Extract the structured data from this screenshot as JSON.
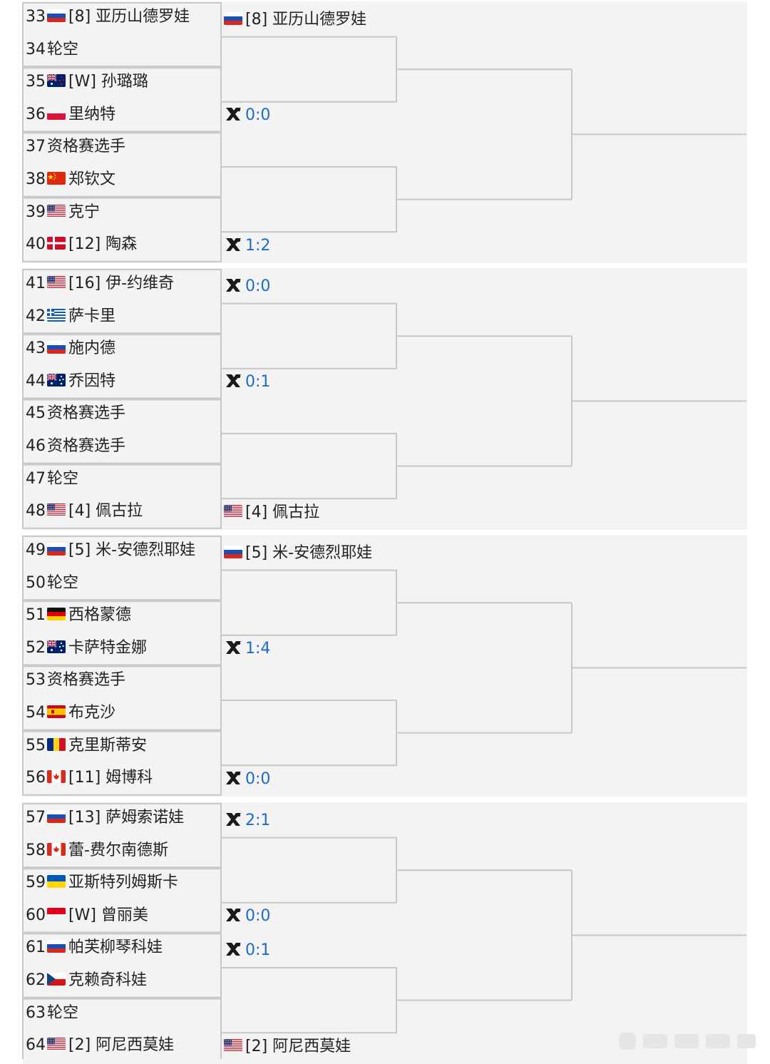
{
  "draw": {
    "sections": [
      {
        "r1": [
          {
            "num": "33",
            "flag": "ru",
            "text": "[8] 亚历山德罗娃"
          },
          {
            "num": "34",
            "flag": "",
            "text": "轮空"
          },
          {
            "num": "35",
            "flag": "nz",
            "text": "[W] 孙璐璐"
          },
          {
            "num": "36",
            "flag": "pl",
            "text": "里纳特"
          },
          {
            "num": "37",
            "flag": "",
            "text": "资格赛选手"
          },
          {
            "num": "38",
            "flag": "cn",
            "text": "郑钦文"
          },
          {
            "num": "39",
            "flag": "us",
            "text": "克宁"
          },
          {
            "num": "40",
            "flag": "dk",
            "text": "[12] 陶森"
          }
        ],
        "r2": [
          {
            "type": "player",
            "flag": "ru",
            "text": "[8] 亚历山德罗娃"
          },
          {
            "type": "score",
            "text": "0:0"
          },
          {
            "type": "none",
            "text": ""
          },
          {
            "type": "score",
            "text": "1:2"
          }
        ]
      },
      {
        "r1": [
          {
            "num": "41",
            "flag": "us",
            "text": "[16] 伊-约维奇"
          },
          {
            "num": "42",
            "flag": "gr",
            "text": "萨卡里"
          },
          {
            "num": "43",
            "flag": "ru",
            "text": "施内德"
          },
          {
            "num": "44",
            "flag": "au",
            "text": "乔因特"
          },
          {
            "num": "45",
            "flag": "",
            "text": "资格赛选手"
          },
          {
            "num": "46",
            "flag": "",
            "text": "资格赛选手"
          },
          {
            "num": "47",
            "flag": "",
            "text": "轮空"
          },
          {
            "num": "48",
            "flag": "us",
            "text": "[4] 佩古拉"
          }
        ],
        "r2": [
          {
            "type": "score",
            "text": "0:0"
          },
          {
            "type": "score",
            "text": "0:1"
          },
          {
            "type": "none",
            "text": ""
          },
          {
            "type": "player",
            "flag": "us",
            "text": "[4] 佩古拉"
          }
        ]
      },
      {
        "r1": [
          {
            "num": "49",
            "flag": "ru",
            "text": "[5] 米-安德烈耶娃"
          },
          {
            "num": "50",
            "flag": "",
            "text": "轮空"
          },
          {
            "num": "51",
            "flag": "de",
            "text": "西格蒙德"
          },
          {
            "num": "52",
            "flag": "au",
            "text": "卡萨特金娜"
          },
          {
            "num": "53",
            "flag": "",
            "text": "资格赛选手"
          },
          {
            "num": "54",
            "flag": "es",
            "text": "布克沙"
          },
          {
            "num": "55",
            "flag": "ro",
            "text": "克里斯蒂安"
          },
          {
            "num": "56",
            "flag": "ca",
            "text": "[11] 姆博科"
          }
        ],
        "r2": [
          {
            "type": "player",
            "flag": "ru",
            "text": "[5] 米-安德烈耶娃"
          },
          {
            "type": "score",
            "text": "1:4"
          },
          {
            "type": "none",
            "text": ""
          },
          {
            "type": "score",
            "text": "0:0"
          }
        ]
      },
      {
        "r1": [
          {
            "num": "57",
            "flag": "ru",
            "text": "[13] 萨姆索诺娃"
          },
          {
            "num": "58",
            "flag": "ca",
            "text": "蕾-费尔南德斯"
          },
          {
            "num": "59",
            "flag": "ua",
            "text": "亚斯特列姆斯卡"
          },
          {
            "num": "60",
            "flag": "id",
            "text": "[W] 曾丽美"
          },
          {
            "num": "61",
            "flag": "ru",
            "text": "帕芙柳琴科娃"
          },
          {
            "num": "62",
            "flag": "cz",
            "text": "克赖奇科娃"
          },
          {
            "num": "63",
            "flag": "",
            "text": "轮空"
          },
          {
            "num": "64",
            "flag": "us",
            "text": "[2] 阿尼西莫娃"
          }
        ],
        "r2": [
          {
            "type": "score",
            "text": "2:1"
          },
          {
            "type": "score",
            "text": "0:0"
          },
          {
            "type": "score",
            "text": "0:1"
          },
          {
            "type": "player",
            "flag": "us",
            "text": "[2] 阿尼西莫娃"
          }
        ]
      }
    ],
    "icons": {
      "match_icon": "crossed-rackets-icon"
    },
    "colors": {
      "score": "#1e6bc4",
      "line": "#c8c8c8",
      "band": "#f3f3f3"
    }
  }
}
